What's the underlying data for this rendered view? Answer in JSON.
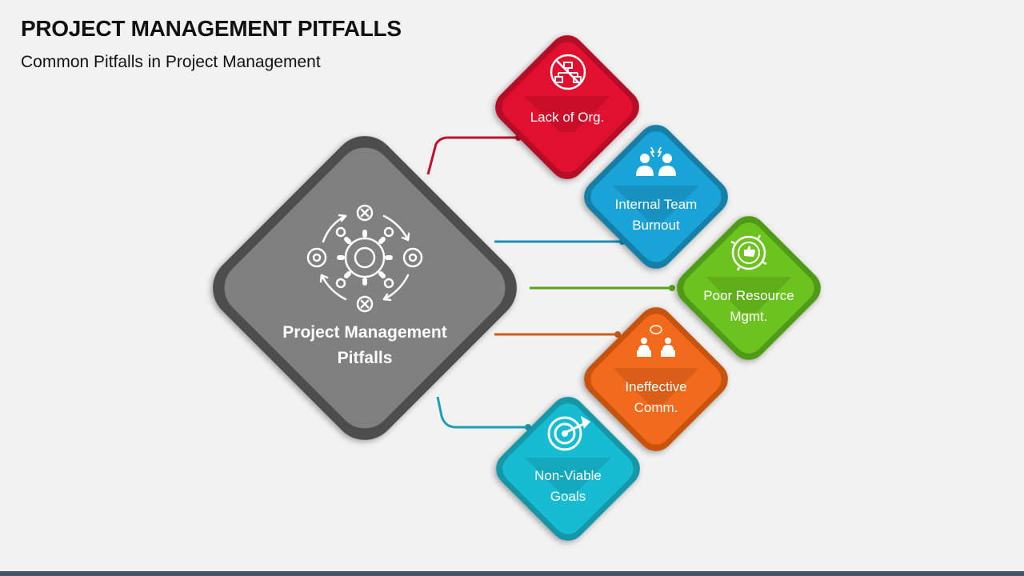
{
  "header": {
    "title": "PROJECT MANAGEMENT PITFALLS",
    "subtitle": "Common Pitfalls in Project Management"
  },
  "center": {
    "line1": "Project Management",
    "line2": "Pitfalls",
    "icon": "gear-cycle-icon",
    "color": "#7f7f7f"
  },
  "items": [
    {
      "line1": "Lack of Org.",
      "line2": "",
      "icon": "no-org-chart-icon",
      "color": "#e0102e"
    },
    {
      "line1": "Internal Team",
      "line2": "Burnout",
      "icon": "team-conflict-icon",
      "color": "#1aa3d6"
    },
    {
      "line1": "Poor Resource",
      "line2": "Mgmt.",
      "icon": "resource-cycle-icon",
      "color": "#6cc21f"
    },
    {
      "line1": "Ineffective",
      "line2": "Comm.",
      "icon": "communication-icon",
      "color": "#f26a1b"
    },
    {
      "line1": "Non-Viable",
      "line2": "Goals",
      "icon": "target-icon",
      "color": "#17bcd2"
    }
  ]
}
